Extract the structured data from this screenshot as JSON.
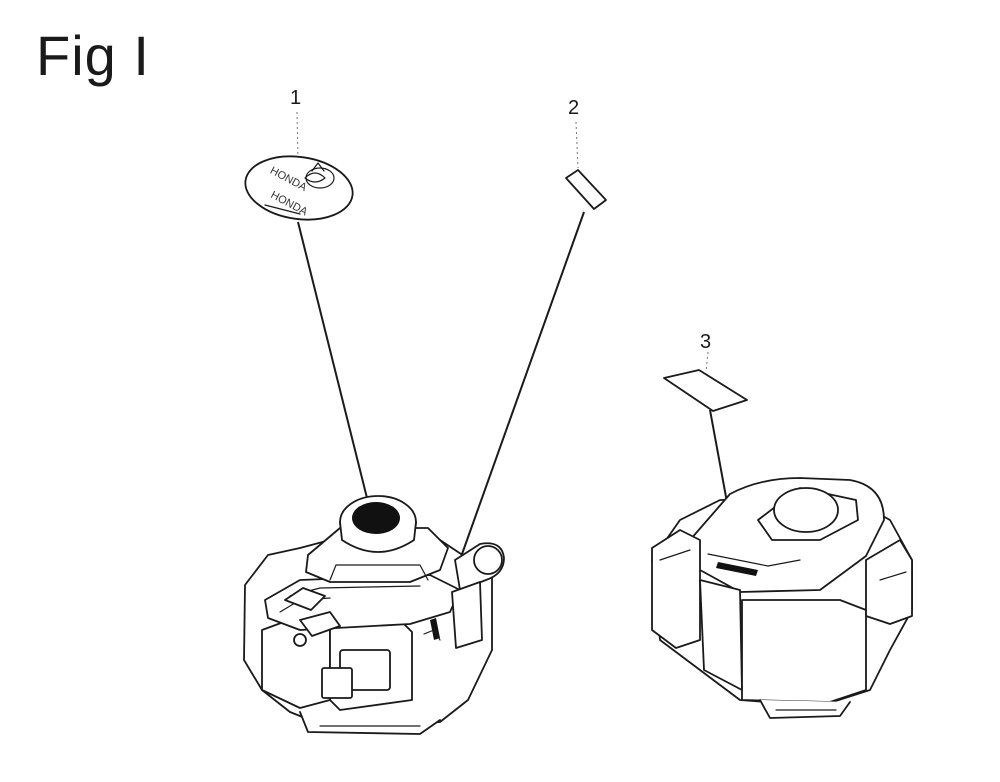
{
  "figure": {
    "title": "Fig I"
  },
  "callouts": [
    {
      "number": "1"
    },
    {
      "number": "2"
    },
    {
      "number": "3"
    }
  ],
  "emblem": {
    "text_top": "HONDA",
    "text_bottom": "HONDA"
  },
  "colors": {
    "line": "#1a1a1a",
    "background": "#ffffff"
  }
}
